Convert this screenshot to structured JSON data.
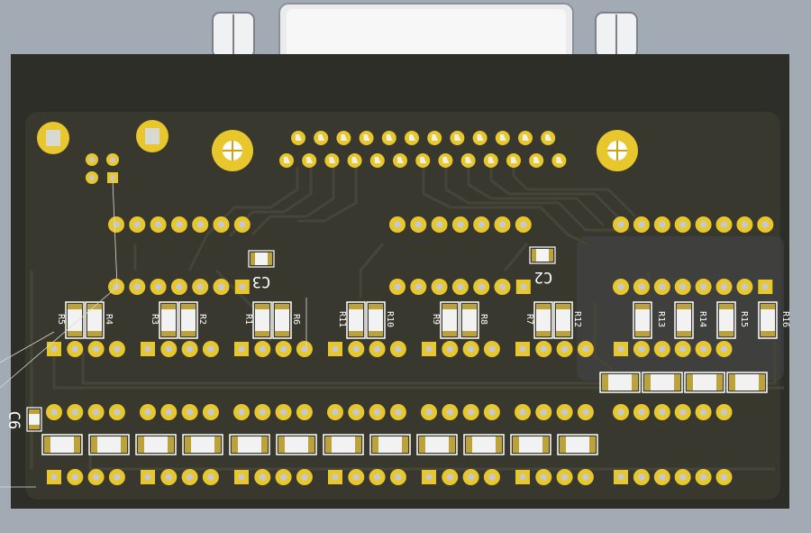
{
  "board": {
    "colors": {
      "background": "#a2aab4",
      "pcb": "#2d2e28",
      "copper_pour": "#3d3d35",
      "trace": "#454538",
      "pad_gold": "#e8c72c",
      "pad_gold_dark": "#c9a514",
      "drill": "#c5c8cc",
      "silk": "#ffffff",
      "connector_metal": "#e6e8ea",
      "resistor_body": "#f2f2f2",
      "resistor_cap": "#bba23a"
    },
    "connector": {
      "type": "DB25",
      "row1_pins": 12,
      "row2_pins": 13
    },
    "capacitor_labels": [
      "C3",
      "C2",
      "C6"
    ],
    "resistor_labels": [
      "R5",
      "R4",
      "R3",
      "R2",
      "R1",
      "R6",
      "R11",
      "R10",
      "R9",
      "R8",
      "R7",
      "R12",
      "R13",
      "R14",
      "R15",
      "R16"
    ]
  }
}
